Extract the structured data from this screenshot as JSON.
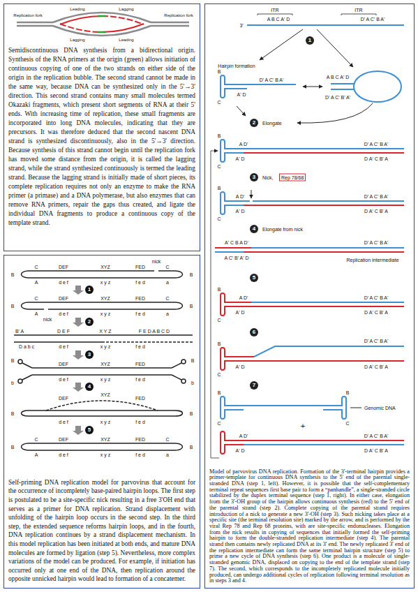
{
  "diagram": {
    "nodes": [
      {
        "text": [
          "Semidiscontinuous DNA synthesis from a bidirectional origin. Synthesis of the RNA primers at the origin (green) allows initiation of continuous copying of one of the two strands on either side of the origin in the replication bubble. The second strand cannot be made in the same way, because DNA can be synthesized only in the 5'→3' direction. This second strand contains many small molecules termed Okazaki fragments, which present short segments of RNA at their 5' ends. With increasing time of replication, these small fragments are incorporated into long DNA molecules, indicating that they are precursors. It was therefore deduced that the second nascent DNA strand is synthesized discontinuously, also in the 5'→3' direction. Because synthesis of this strand cannot begin until the replication fork has moved some distance from the origin, it is called the lagging strand, while the strand synthesized continuously is termed the leading strand. Because the lagging strand is initially made of short pieces, its complete replication requires not only an enzyme to make the RNA primer (a primase) and a DNA polymerase, but also enzymes that can remove RNA primers, repair the gaps thus created, and ligate the individual DNA fragments to produce a continuous copy of the template strand."
        ]
      },
      {
        "text": [
          "Self-priming DNA replication model for parvovirus that account for the occurrence of incompletely base-paired hairpin loops. The first step is postulated to be a site-specific nick resulting in a free 3'OH end that serves as a primer for DNA replication. Strand displacement with unfolding of the hairpin loop occurs in the second step. In the third step, the extended sequence reforms hairpin loops, and in the fourth, DNA replication continues by a strand displacement mechanism. In this model replication has been initiated at both ends, and mature DNA molecules are formed by ligation (step 5). Nevertheless, more complex variations of the model can be produced. For example, if initiation has occurred only at one end of the DNA, then replication around the opposite unnicked hairpin would lead to formation of a concatemer."
        ]
      },
      {
        "text": [
          "Model of parvovirus DNA replication. Formation of the 3'-terminal hairpin provides a primer-template for continuous DNA synthesis to the 5' end of the parental single-stranded DNA (step 1, left). However, it is possible that the self-complementary terminal repeat sequences first base pair to form a “panhandle”, a single-stranded circle stabilized by the duplex terminal sequence (step 1, right). In either case, elongation from the 3'-OH group of the hairpin allows continuous synthesis (red) to the 5' end of the parental strand (step 2). Complete copying of the parental strand requires introduction of a nick to generate a new 3'-OH (step 3). Such nicking takes place at a specific site (the terminal resolution site) marked by the arrow, and is performed by the viral Rep 78 and Rep 68 proteins, with are site-specific endonucleases. Elongation from the nick results in copying of sequences that initially formed the self-priming hairpin to form the double-stranded replication intermediate (step 4). The parental strand then contains newly replicated DNA at its 3' end. The newly replicated 3' end of the replication intermediate can form the same terminal hairpin structure (step 5) to prime a new cycle of DNA synthesis (step 6). One product is a molecule of single-stranded genomic DNA, displaced on copying to the end of the template strand (step 7). The second, which corresponds to the incompletely replicated molecule initially produced, can undergo additional cycles of replication following terminal resolution as in steps 3 and 4."
        ]
      }
    ],
    "labels": [
      "Replication fork",
      "Leading",
      "Lagging",
      "Lagging",
      "Leading",
      "Replication fork",
      "B",
      "C",
      "DEF",
      "XYZ",
      "FED",
      "C",
      "B",
      "nick",
      "A",
      "d e f",
      "x y z",
      "f e d",
      "a",
      "1",
      "B",
      "C",
      "DEF",
      "XYZ",
      "FED",
      "C",
      "B",
      "A",
      "d e f",
      "x y z",
      "f e d",
      "a",
      "nick",
      "2",
      "B' A",
      "D E F",
      "X Y Z",
      "F E D A B C D",
      "D a b c",
      "d e f",
      "x y z",
      "f e d",
      "3",
      "B",
      "b",
      "DEF",
      "XYZ",
      "FED",
      "d e f",
      "x y z",
      "f e d",
      "B",
      "b",
      "4",
      "B",
      "DEF",
      "XYZ",
      "FED",
      "d e f",
      "x y z",
      "f e d",
      "B",
      "5",
      "B",
      "C",
      "DEF",
      "XYZ",
      "FED",
      "C",
      "B",
      "A",
      "d e f",
      "x y z",
      "f e d",
      "a",
      "ITR",
      "ITR",
      "3'",
      "A B C A' D",
      "D' A C' B A'",
      "1",
      "Hairpin formation",
      "B",
      "C",
      "D' A C' B A'",
      "A' D",
      "A B C A' D",
      "D' A C' B' A'",
      "2",
      "Elongate",
      "B",
      "C",
      "A D'",
      "D' A C' B A'",
      "A' D",
      "D A' C B' A",
      "3",
      "Nick,",
      "Rep 78/68",
      "B",
      "C",
      "A D'",
      "D' A C' B A'",
      "A' D",
      "D A' C B' A",
      "4",
      "Elongate from nick",
      "A' C B A D'",
      "D' A C' B A'",
      "A C' B' A' D",
      "Replication intermediate",
      "5",
      "B",
      "C",
      "A D'",
      "D' A C' B A'",
      "A' D",
      "D A' C B' A",
      "6",
      "B",
      "C",
      "D' A C' B A'",
      "A' D",
      "D A' C B' A",
      "7",
      "B",
      "C",
      "B",
      "C",
      "Genomic DNA",
      "+",
      "A D'",
      "D' A C' B A'",
      "A' D",
      "D A' C B' A"
    ]
  }
}
